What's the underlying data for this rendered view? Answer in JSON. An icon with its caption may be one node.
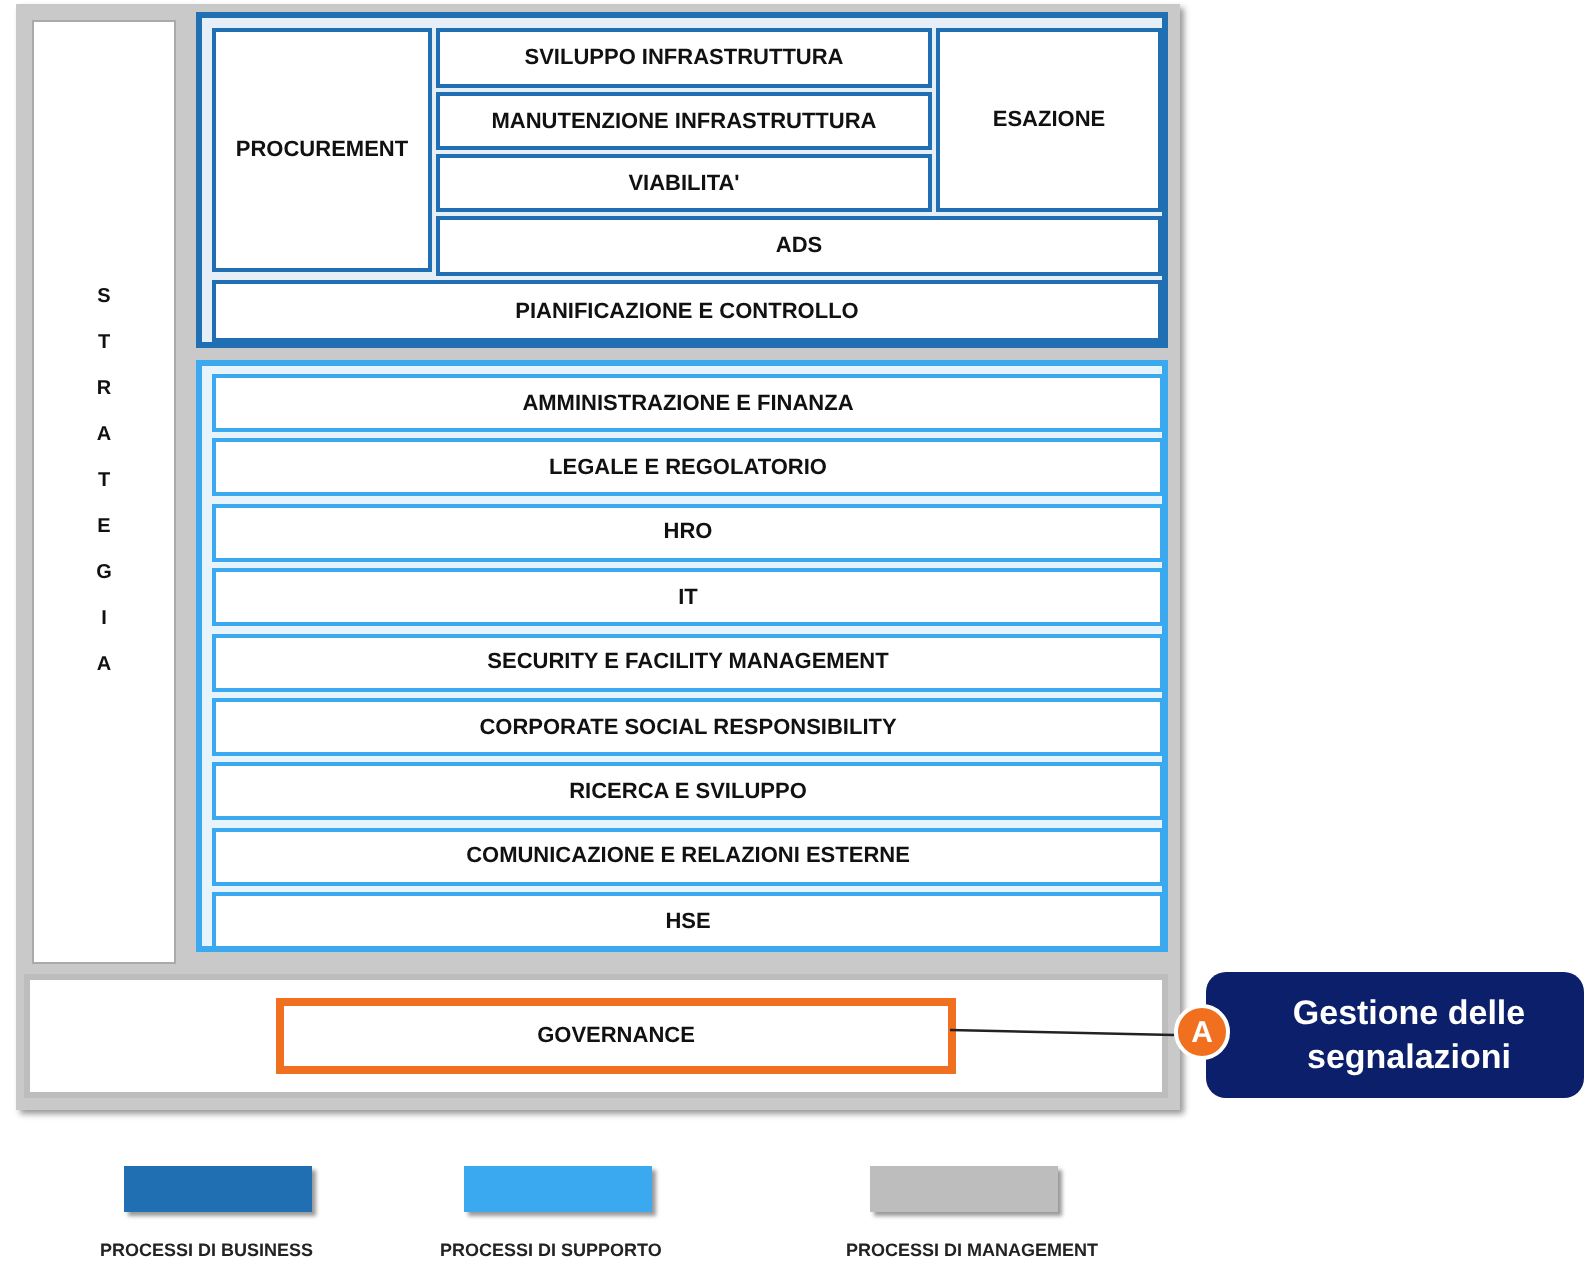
{
  "diagram": {
    "nodes": [
      {
        "text": [],
        "shape": "box"
      },
      {
        "text": [
          "STRATEGIA"
        ],
        "in": 0
      },
      {
        "text": [],
        "shape": "box",
        "in": 0
      },
      {
        "text": [
          "PROCUREMENT"
        ],
        "in": 2
      },
      {
        "text": [
          "SVILUPPO INFRASTRUTTURA"
        ],
        "in": 2
      },
      {
        "text": [
          "MANUTENZIONE INFRASTRUTTURA"
        ],
        "in": 2
      },
      {
        "text": [
          "VIABILITA'"
        ],
        "in": 2
      },
      {
        "text": [
          "ESAZIONE"
        ],
        "in": 2
      },
      {
        "text": [
          "ADS"
        ],
        "in": 2
      },
      {
        "text": [
          "PIANIFICAZIONE E CONTROLLO"
        ],
        "in": 2
      },
      {
        "text": [],
        "shape": "box",
        "in": 0
      },
      {
        "text": [
          "AMMINISTRAZIONE E FINANZA"
        ],
        "in": 10
      },
      {
        "text": [
          "LEGALE E REGOLATORIO"
        ],
        "in": 10
      },
      {
        "text": [
          "HRO"
        ],
        "in": 10
      },
      {
        "text": [
          "IT"
        ],
        "in": 10
      },
      {
        "text": [
          "SECURITY E FACILITY MANAGEMENT"
        ],
        "in": 10
      },
      {
        "text": [
          "CORPORATE SOCIAL RESPONSIBILITY"
        ],
        "in": 10
      },
      {
        "text": [
          "RICERCA E SVILUPPO"
        ],
        "in": 10
      },
      {
        "text": [
          "COMUNICAZIONE E RELAZIONI ESTERNE"
        ],
        "in": 10
      },
      {
        "text": [
          "HSE"
        ],
        "in": 10
      },
      {
        "text": [],
        "shape": "box",
        "in": 0
      },
      {
        "text": [
          "GOVERNANCE"
        ],
        "in": 20
      },
      {
        "text": [
          "Gestione delle segnalazioni"
        ],
        "beside": [
          "A"
        ]
      }
    ],
    "edges": [
      {
        "from": 21,
        "to": 22,
        "arrow": "none"
      }
    ],
    "legend": [
      {
        "text": "PROCESSI DI BUSINESS",
        "color": "#1f6fb2"
      },
      {
        "text": "PROCESSI DI SUPPORTO",
        "color": "#3aa9f0"
      },
      {
        "text": "PROCESSI DI MANAGEMENT",
        "color": "#bdbdbd"
      }
    ]
  }
}
